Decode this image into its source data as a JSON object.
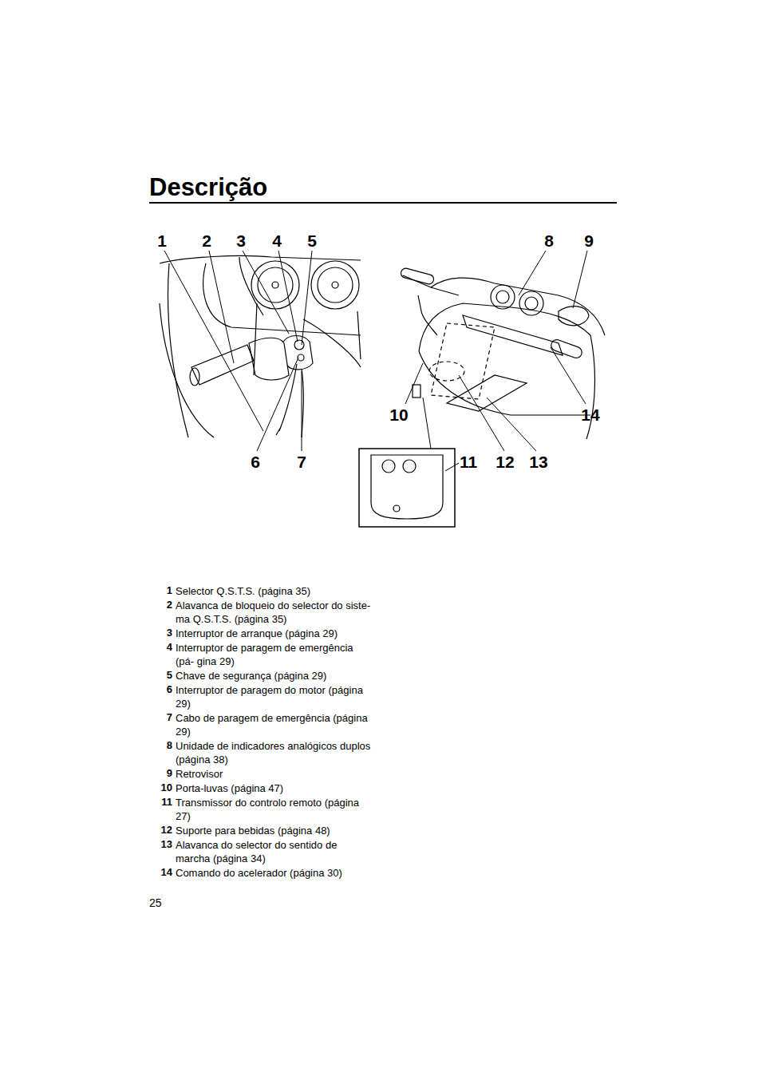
{
  "diagram": {
    "title": "Descrição",
    "labels": [
      "1",
      "2",
      "3",
      "4",
      "5",
      "8",
      "9",
      "10",
      "14",
      "6",
      "7",
      "11",
      "12",
      "13",
      "1",
      "Selector Q.S.T.S. (página 35)",
      "2",
      "Alavanca de bloqueio do selector do siste- ma Q.S.T.S. (página 35)",
      "3",
      "Interruptor de arranque (página 29)",
      "4",
      "Interruptor de paragem de emergência (pá- gina 29)",
      "5",
      "Chave de segurança (página 29)",
      "6",
      "Interruptor de paragem do motor (página 29)",
      "7",
      "Cabo de paragem de emergência (página 29)",
      "8",
      "Unidade de indicadores analógicos duplos (página 38)",
      "9",
      "Retrovisor",
      "10",
      "Porta-luvas (página 47)",
      "11",
      "Transmissor do controlo remoto (página 27)",
      "12",
      "Suporte para bebidas (página 48)",
      "13",
      "Alavanca do selector do sentido de marcha (página 34)",
      "14",
      "Comando do acelerador (página 30)",
      "25"
    ]
  }
}
